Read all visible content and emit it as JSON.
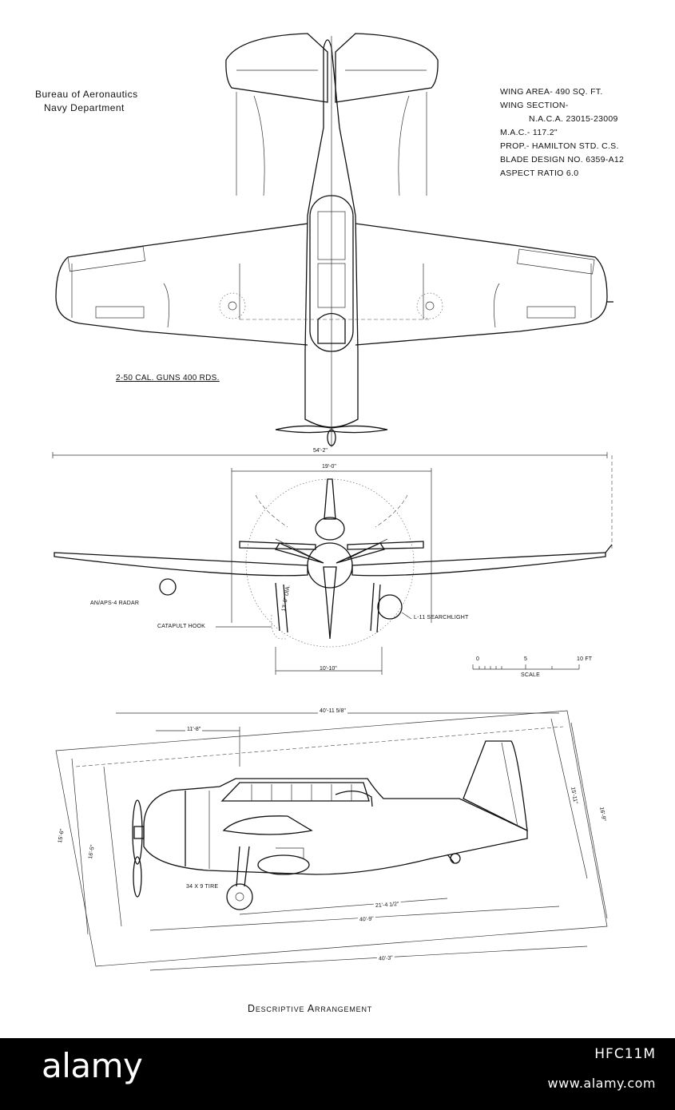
{
  "header": {
    "line1": "Bureau of Aeronautics",
    "line2": "Navy Department"
  },
  "specs": [
    "WING AREA- 490 SQ. FT.",
    "WING SECTION-",
    "N.A.C.A. 23015-23009",
    "M.A.C.- 117.2\"",
    "PROP.- HAMILTON STD. C.S.",
    "BLADE DESIGN NO. 6359-A12",
    "ASPECT RATIO      6.0"
  ],
  "labels": {
    "guns": "2-50 CAL. GUNS  400 RDS.",
    "radar": "AN/APS-4 RADAR",
    "catapult": "CATAPULT HOOK",
    "searchlight": "L-11 SEARCHLIGHT",
    "tire": "34 X 9 TIRE",
    "title": "Descriptive Arrangement"
  },
  "dimensions": {
    "span": "54'-2\"",
    "folded": "19'-0\"",
    "tread": "10'-10\"",
    "prop_dia": "13'-0\" DIA.",
    "overall_length_top": "40'-11 5/8\"",
    "nose_dim": "11'-8\"",
    "wing_dist": "21'-4 1/2\"",
    "length_a": "40'-9\"",
    "length_b": "40'-3\"",
    "height_a": "15'-11\"",
    "height_b": "16'-9\"",
    "height_left_a": "15'-6\"",
    "height_left_b": "16'-5\""
  },
  "scale": {
    "ticks": [
      "0",
      "5",
      "10 FT"
    ],
    "label": "SCALE"
  },
  "footer": {
    "logo": "alamy",
    "image_id": "HFC11M",
    "url": "www.alamy.com"
  }
}
